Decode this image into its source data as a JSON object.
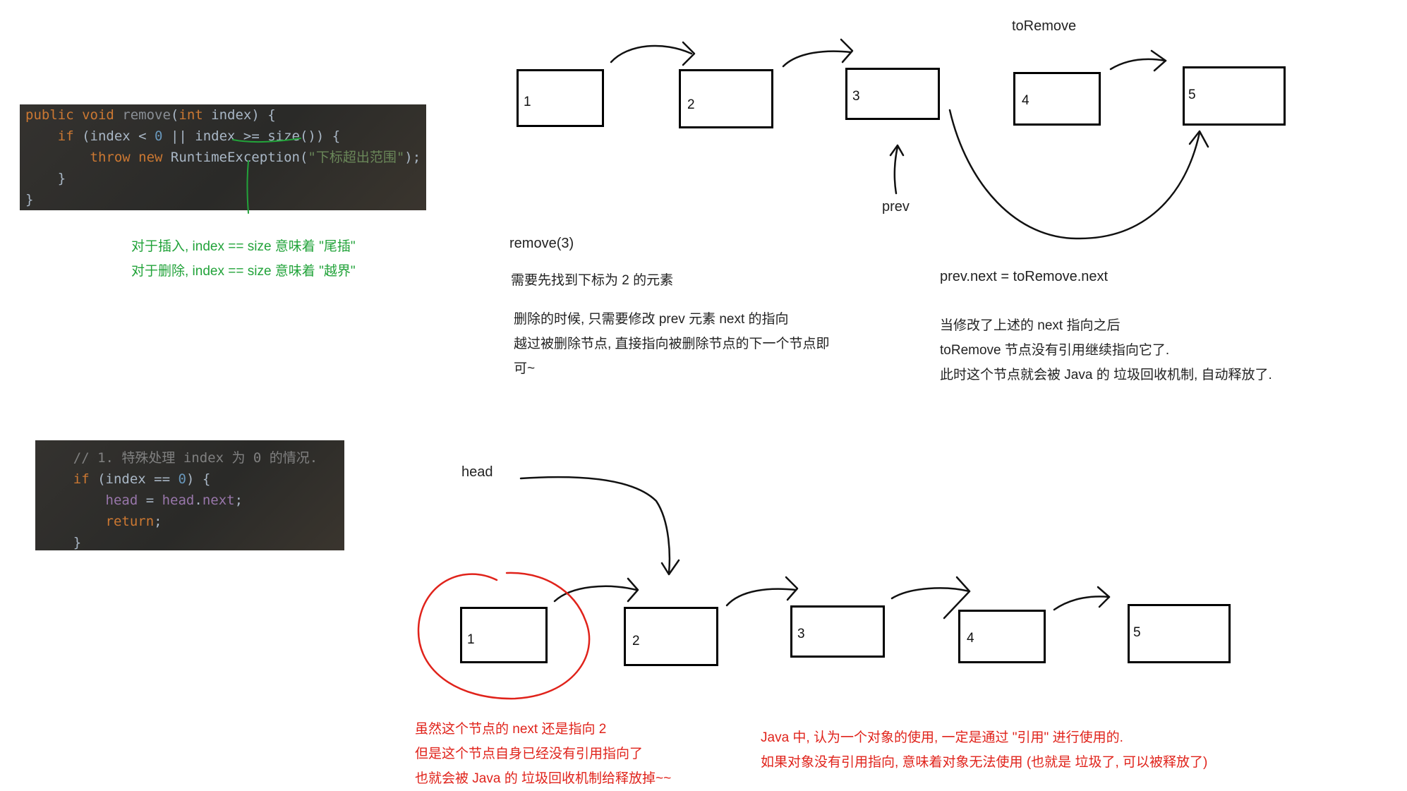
{
  "code_top": {
    "lines": [
      [
        [
          "kw",
          "public "
        ],
        [
          "kw",
          "void "
        ],
        [
          "fn",
          "remove"
        ],
        [
          "plain",
          "("
        ],
        [
          "kw",
          "int "
        ],
        [
          "plain",
          "index) {"
        ]
      ],
      [
        [
          "plain",
          "    "
        ],
        [
          "kw",
          "if "
        ],
        [
          "plain",
          "(index < "
        ],
        [
          "num",
          "0"
        ],
        [
          "plain",
          " || index >= size()) {"
        ]
      ],
      [
        [
          "plain",
          "        "
        ],
        [
          "kw",
          "throw "
        ],
        [
          "kw",
          "new "
        ],
        [
          "plain",
          "RuntimeException("
        ],
        [
          "str",
          "\"下标超出范围\""
        ],
        [
          "plain",
          ");"
        ]
      ],
      [
        [
          "plain",
          "    }"
        ]
      ],
      [
        [
          "plain",
          "}"
        ]
      ]
    ]
  },
  "code_bottom": {
    "lines": [
      [
        [
          "cm",
          "    // 1. 特殊处理 index 为 0 的情况."
        ]
      ],
      [
        [
          "plain",
          "    "
        ],
        [
          "kw",
          "if "
        ],
        [
          "plain",
          "(index == "
        ],
        [
          "num",
          "0"
        ],
        [
          "plain",
          ") {"
        ]
      ],
      [
        [
          "plain",
          "        "
        ],
        [
          "fld",
          "head"
        ],
        [
          "plain",
          " = "
        ],
        [
          "fld",
          "head"
        ],
        [
          "plain",
          "."
        ],
        [
          "fld",
          "next"
        ],
        [
          "plain",
          ";"
        ]
      ],
      [
        [
          "plain",
          "        "
        ],
        [
          "kw",
          "return"
        ],
        [
          "plain",
          ";"
        ]
      ],
      [
        [
          "plain",
          "    }"
        ]
      ]
    ]
  },
  "notes_green": [
    "对于插入, index == size 意味着 \"尾插\"",
    "对于删除, index == size 意味着 \"越界\""
  ],
  "top_diagram": {
    "nodes": [
      "1",
      "2",
      "3",
      "4",
      "5"
    ],
    "to_remove_label": "toRemove",
    "prev_label": "prev",
    "call_label": "remove(3)",
    "find_text": "需要先找到下标为 2 的元素",
    "delete_text": [
      "删除的时候, 只需要修改 prev 元素 next 的指向",
      "越过被删除节点, 直接指向被删除节点的下一个节点即",
      "可~"
    ],
    "assign_text": "prev.next = toRemove.next",
    "after_text": [
      "当修改了上述的 next 指向之后",
      "toRemove 节点没有引用继续指向它了.",
      "此时这个节点就会被 Java 的 垃圾回收机制, 自动释放了."
    ]
  },
  "bottom_diagram": {
    "nodes": [
      "1",
      "2",
      "3",
      "4",
      "5"
    ],
    "head_label": "head",
    "note_left": [
      "虽然这个节点的 next 还是指向 2",
      "但是这个节点自身已经没有引用指向了",
      "也就会被 Java 的 垃圾回收机制给释放掉~~"
    ],
    "note_right": [
      "Java 中, 认为一个对象的使用, 一定是通过 \"引用\" 进行使用的.",
      "如果对象没有引用指向, 意味着对象无法使用 (也就是 垃圾了, 可以被释放了)"
    ]
  },
  "colors": {
    "green": "#22a33a",
    "red": "#e0231b",
    "code_bg": "#2b2b2b"
  }
}
